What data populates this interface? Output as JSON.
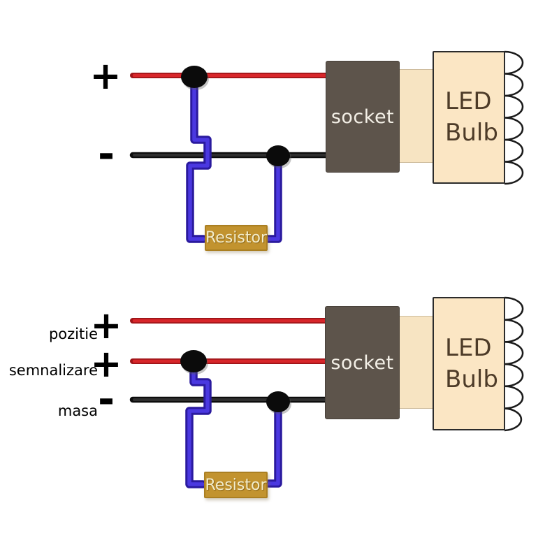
{
  "colors": {
    "background": "#ffffff",
    "positive_wire": "#d8262a",
    "positive_wire_edge": "#9e1418",
    "ground_wire": "#0c0c0c",
    "ground_wire_core": "#2e2e2e",
    "jumper_wire": "#4a38e0",
    "jumper_wire_edge": "#2a1a9e",
    "junction_dot": "#0b0b0b",
    "socket_fill": "#5d544b",
    "socket_text": "#f3efe6",
    "connector_fill": "#f7e4c2",
    "led_fill": "#fbe6c4",
    "led_border": "#2b2b2b",
    "led_text": "#4d3b28",
    "led_bump_fill": "#ffffff",
    "led_bump_outline": "#1a1a1a",
    "resistor_fill": "#c2932f",
    "resistor_text": "#f3ecca",
    "label_text": "#000000"
  },
  "top_diagram": {
    "positive_sign": "+",
    "negative_sign": "-",
    "socket_label": "socket",
    "led_label": {
      "line1": "LED",
      "line2": "Bulb"
    },
    "resistor_label": "Resistor"
  },
  "bottom_diagram": {
    "wires": [
      {
        "name": "pozitie",
        "sign": "+"
      },
      {
        "name": "semnalizare",
        "sign": "+"
      },
      {
        "name": "masa",
        "sign": "-"
      }
    ],
    "socket_label": "socket",
    "led_label": {
      "line1": "LED",
      "line2": "Bulb"
    },
    "resistor_label": "Resistor"
  }
}
